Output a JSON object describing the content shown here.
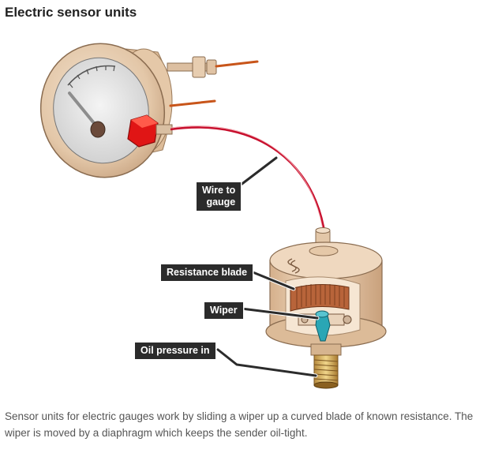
{
  "title": "Electric sensor units",
  "labels": {
    "wire_to_gauge_line1": "Wire to",
    "wire_to_gauge_line2": "gauge",
    "resistance_blade": "Resistance blade",
    "wiper": "Wiper",
    "oil_pressure_in": "Oil pressure in"
  },
  "caption": "Sensor units for electric gauges work by sliding a wiper up a curved blade of known resistance. The wiper is moved by a diaphragm which keeps the sender oil-tight.",
  "colors": {
    "wire": "#c8102e",
    "terminal_block": "#e01515",
    "housing": "#e6c8a6",
    "resistance_blade": "#b8643a",
    "wiper": "#2aa6b5",
    "callout_bg": "#2b2b2b"
  }
}
